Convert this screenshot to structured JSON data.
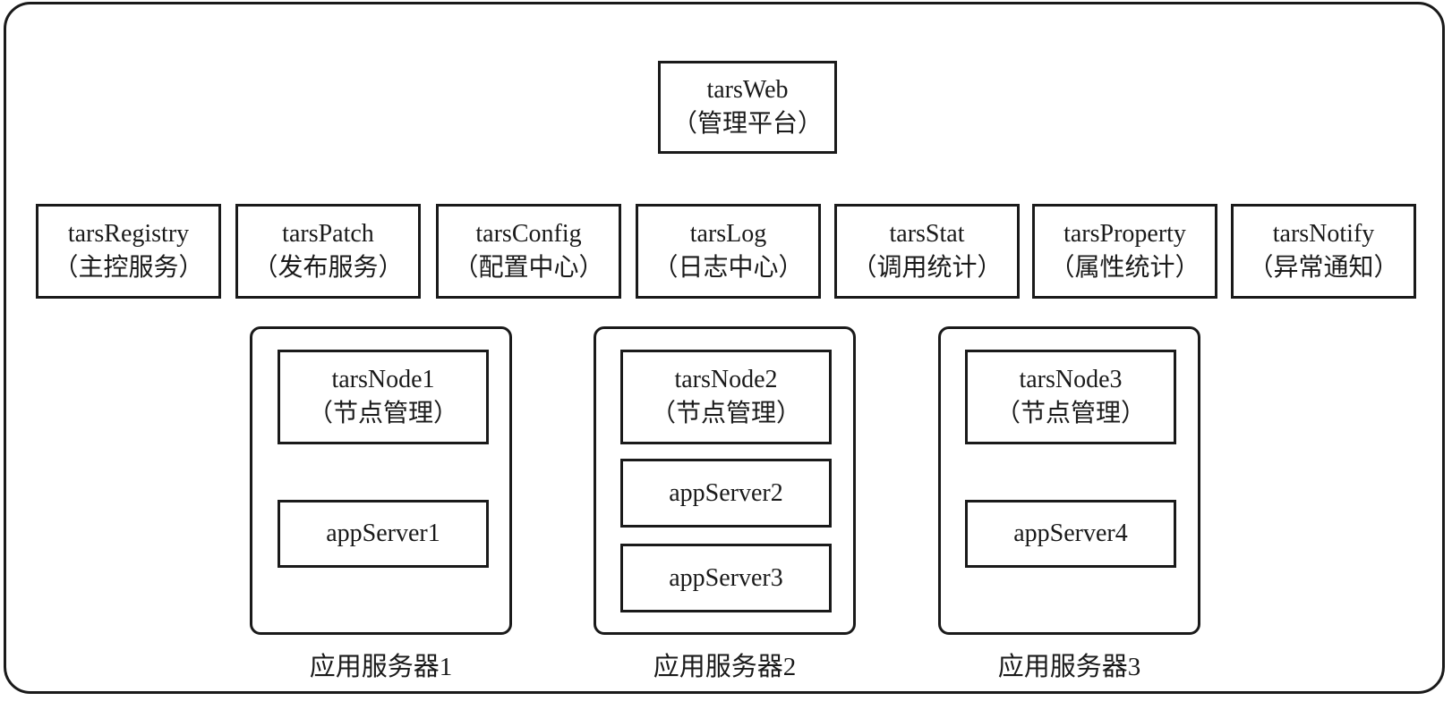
{
  "web": {
    "name": "tarsWeb",
    "desc": "（管理平台）"
  },
  "services": [
    {
      "name": "tarsRegistry",
      "desc": "（主控服务）"
    },
    {
      "name": "tarsPatch",
      "desc": "（发布服务）"
    },
    {
      "name": "tarsConfig",
      "desc": "（配置中心）"
    },
    {
      "name": "tarsLog",
      "desc": "（日志中心）"
    },
    {
      "name": "tarsStat",
      "desc": "（调用统计）"
    },
    {
      "name": "tarsProperty",
      "desc": "（属性统计）"
    },
    {
      "name": "tarsNotify",
      "desc": "（异常通知）"
    }
  ],
  "servers": [
    {
      "label": "应用服务器1",
      "node": {
        "name": "tarsNode1",
        "desc": "（节点管理）"
      },
      "apps": [
        "appServer1"
      ]
    },
    {
      "label": "应用服务器2",
      "node": {
        "name": "tarsNode2",
        "desc": "（节点管理）"
      },
      "apps": [
        "appServer2",
        "appServer3"
      ]
    },
    {
      "label": "应用服务器3",
      "node": {
        "name": "tarsNode3",
        "desc": "（节点管理）"
      },
      "apps": [
        "appServer4"
      ]
    }
  ]
}
